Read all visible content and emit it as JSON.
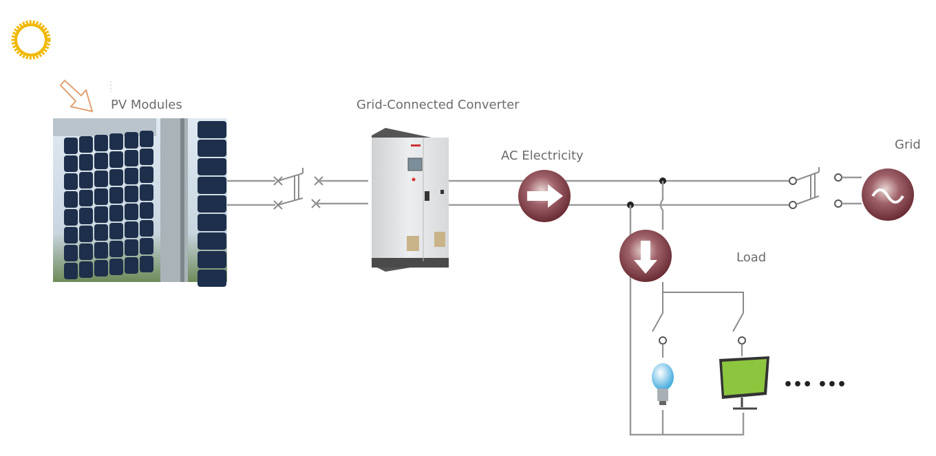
{
  "labels": {
    "pv_modules": "PV Modules",
    "converter": "Grid-Connected Converter",
    "ac_electricity": "AC Electricity",
    "grid": "Grid",
    "load": "Load",
    "more_loads": "••• •••"
  },
  "colors": {
    "sun": "#f0b800",
    "sun_arrow": "#e0a070",
    "flow_circle": "#7a3a42",
    "wire": "#9a9a9a",
    "panel": "#1d2f4a",
    "monitor": "#8cc63f",
    "bulb": "#6fc3ea"
  }
}
